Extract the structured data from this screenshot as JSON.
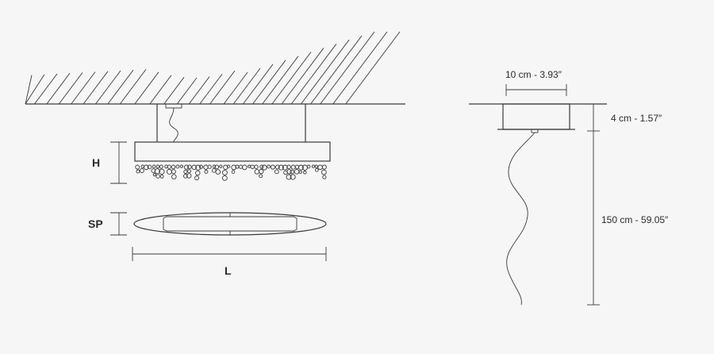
{
  "labels": {
    "height": "H",
    "spacing": "SP",
    "length": "L",
    "canopy_width": "10 cm - 3.93″",
    "canopy_depth": "4 cm - 1.57″",
    "cable_length": "150 cm - 59.05″"
  },
  "colors": {
    "line": "#3a3a3a",
    "background": "#f6f6f6"
  }
}
